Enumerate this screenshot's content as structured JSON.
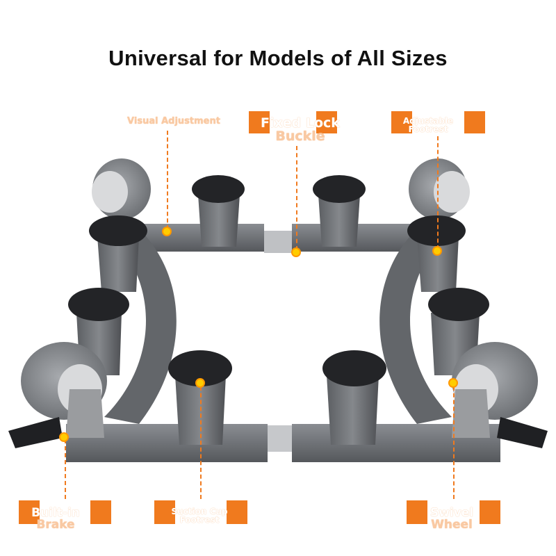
{
  "title": "Universal for Models of All Sizes",
  "callouts": {
    "visual_adjustment": "Visual Adjustment",
    "fixed_lock_buckle_line1": "Fixed Lock",
    "fixed_lock_buckle_line2": "Buckle",
    "adjustable_footrest_line1": "Adjustable",
    "adjustable_footrest_line2": "Footrest",
    "built_in_brake_line1": "Built-in",
    "built_in_brake_line2": "Brake",
    "suction_cup_footrest_line1": "Suction Cup",
    "suction_cup_footrest_line2": "Footrest",
    "swivel_wheel_line1": "Swivel",
    "swivel_wheel_line2": "Wheel"
  },
  "colors": {
    "accent": "#f07a1e",
    "marker": "#ffcc00",
    "frame": "#6b6e73",
    "frame_dark": "#4a4c50",
    "wheel": "#8a8e93",
    "pad": "#1e1f22"
  }
}
